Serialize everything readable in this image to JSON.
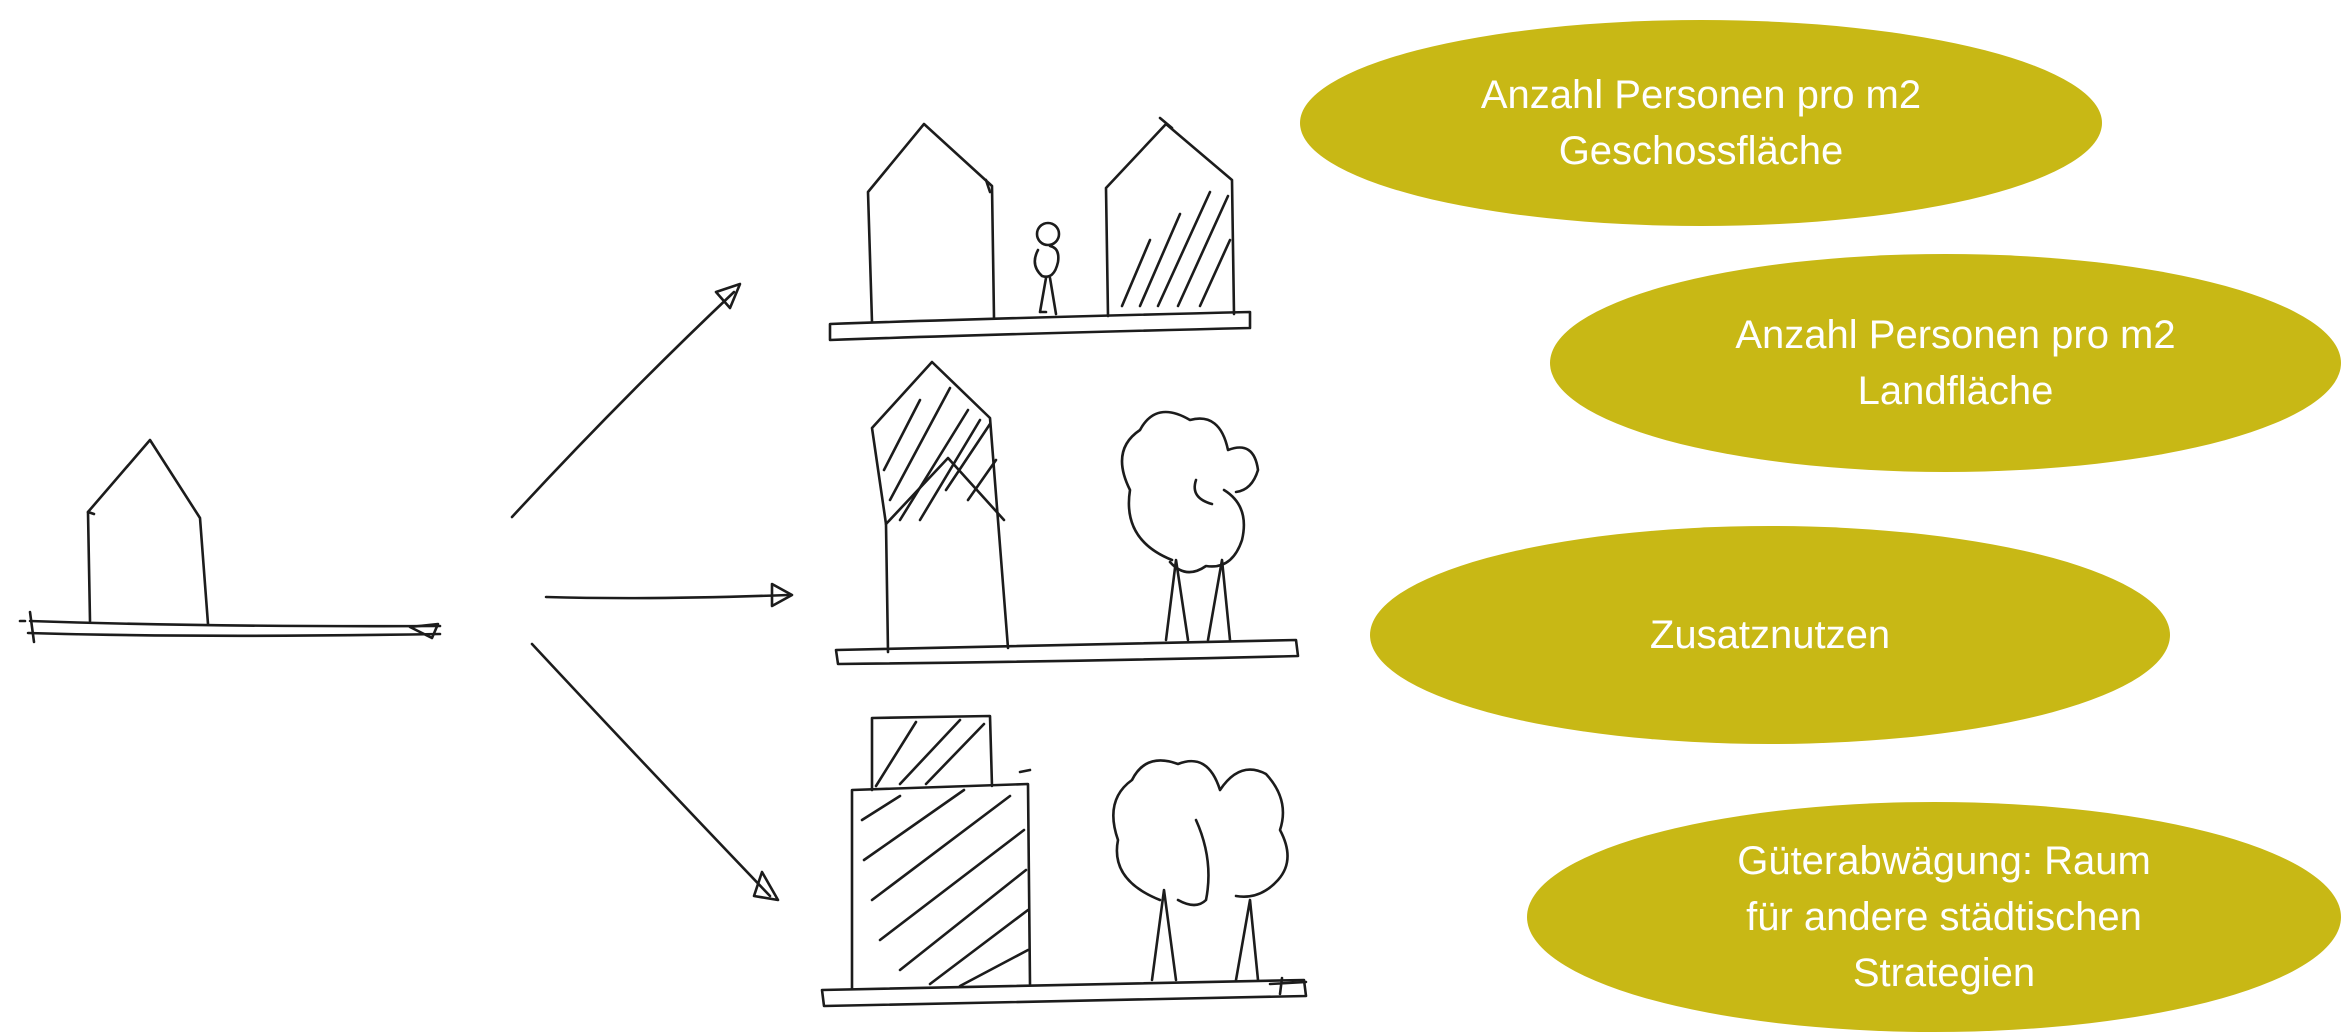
{
  "colors": {
    "ellipse_fill": "#c8b815",
    "ellipse_text": "#ffffff",
    "sketch_ink": "#1c1c1c",
    "background": "#ffffff"
  },
  "labels": [
    {
      "text": "Anzahl Personen pro m2\nGeschossfläche"
    },
    {
      "text": "Anzahl Personen pro m2\nLandfläche"
    },
    {
      "text": "Zusatznutzen"
    },
    {
      "text": "Güterabwägung: Raum\nfür andere städtischen\nStrategien"
    }
  ]
}
